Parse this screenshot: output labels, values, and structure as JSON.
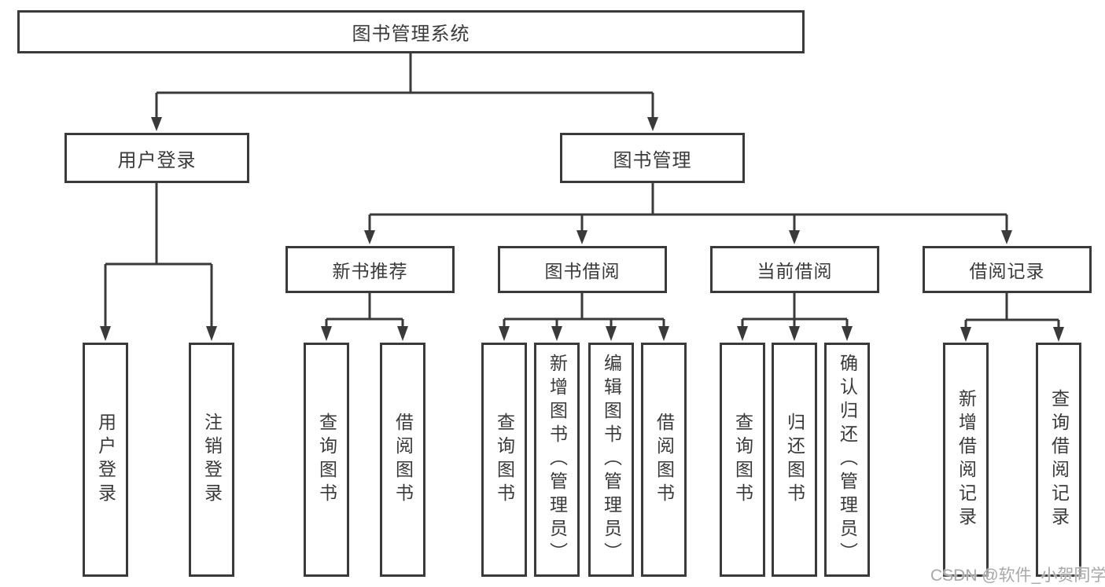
{
  "diagram": {
    "type": "tree",
    "root": {
      "label": "图书管理系统"
    },
    "level1": [
      {
        "id": "user-login",
        "label": "用户登录",
        "parent": "图书管理系统"
      },
      {
        "id": "book-management",
        "label": "图书管理",
        "parent": "图书管理系统"
      }
    ],
    "level2": [
      {
        "id": "new-book-recommend",
        "label": "新书推荐",
        "parent": "图书管理"
      },
      {
        "id": "book-borrow",
        "label": "图书借阅",
        "parent": "图书管理"
      },
      {
        "id": "current-borrow",
        "label": "当前借阅",
        "parent": "图书管理"
      },
      {
        "id": "borrow-records",
        "label": "借阅记录",
        "parent": "图书管理"
      }
    ],
    "leaves": [
      {
        "label": "用户登录",
        "parent": "用户登录"
      },
      {
        "label": "注销登录",
        "parent": "用户登录"
      },
      {
        "label": "查询图书",
        "parent": "新书推荐"
      },
      {
        "label": "借阅图书",
        "parent": "新书推荐"
      },
      {
        "label": "查询图书",
        "parent": "图书借阅"
      },
      {
        "label": "新增图书（管理员）",
        "parent": "图书借阅"
      },
      {
        "label": "编辑图书（管理员）",
        "parent": "图书借阅"
      },
      {
        "label": "借阅图书",
        "parent": "图书借阅"
      },
      {
        "label": "查询图书",
        "parent": "当前借阅"
      },
      {
        "label": "归还图书",
        "parent": "当前借阅"
      },
      {
        "label": "确认归还（管理员）",
        "parent": "当前借阅"
      },
      {
        "label": "新增借阅记录",
        "parent": "借阅记录"
      },
      {
        "label": "查询借阅记录",
        "parent": "借阅记录"
      }
    ]
  },
  "watermark": {
    "text": "CSDN @软件_小贺同学"
  },
  "colors": {
    "line": "#3a3a3a",
    "box_background": "#ffffff",
    "text": "#3a3a3a",
    "watermark": "#a8a8a8",
    "background": "#ffffff"
  }
}
